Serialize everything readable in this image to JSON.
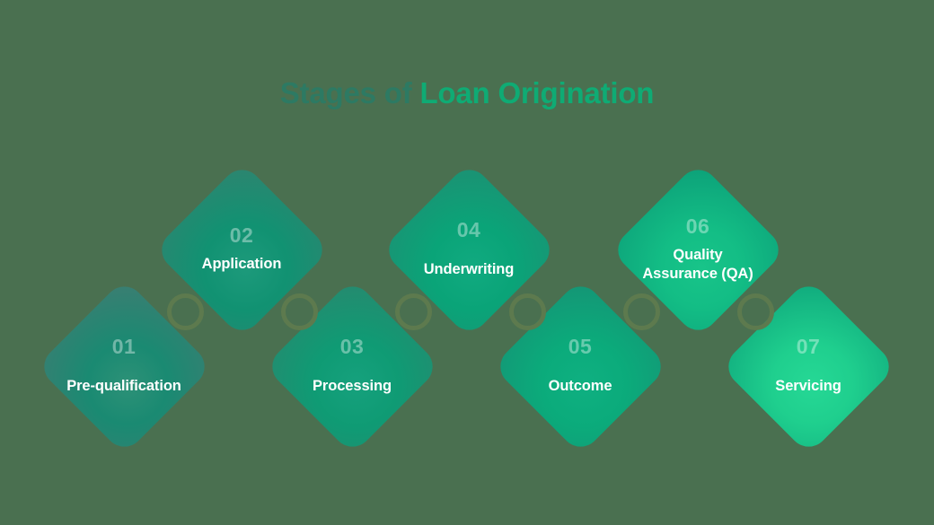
{
  "title": {
    "part_dim": "Stages of ",
    "part_bright": "Loan Origination",
    "full": "Stages of Loan Origination",
    "color_dim": "#2d7a63",
    "color_bright": "#0fab74"
  },
  "background_color": "#4a7050",
  "connector": {
    "name": "connector-ring",
    "stroke_color": "#5d7a4e",
    "count": 6
  },
  "stages": [
    {
      "number": "01",
      "label": "Pre-qualification",
      "row": "bottom",
      "gradient_from": "#3d7d72",
      "gradient_to": "#1a8a72"
    },
    {
      "number": "02",
      "label": "Application",
      "row": "top",
      "gradient_from": "#2f8470",
      "gradient_to": "#119272"
    },
    {
      "number": "03",
      "label": "Processing",
      "row": "bottom",
      "gradient_from": "#27896f",
      "gradient_to": "#0f9b74"
    },
    {
      "number": "04",
      "label": "Underwriting",
      "row": "top",
      "gradient_from": "#1d9073",
      "gradient_to": "#0aa478"
    },
    {
      "number": "05",
      "label": "Outcome",
      "row": "bottom",
      "gradient_from": "#159475",
      "gradient_to": "#0bab7b"
    },
    {
      "number": "06",
      "label": "Quality\nAssurance (QA)",
      "row": "top",
      "gradient_from": "#0c9f78",
      "gradient_to": "#13bd85"
    },
    {
      "number": "07",
      "label": "Servicing",
      "row": "bottom",
      "gradient_from": "#0fa87c",
      "gradient_to": "#1fcf8e"
    }
  ]
}
